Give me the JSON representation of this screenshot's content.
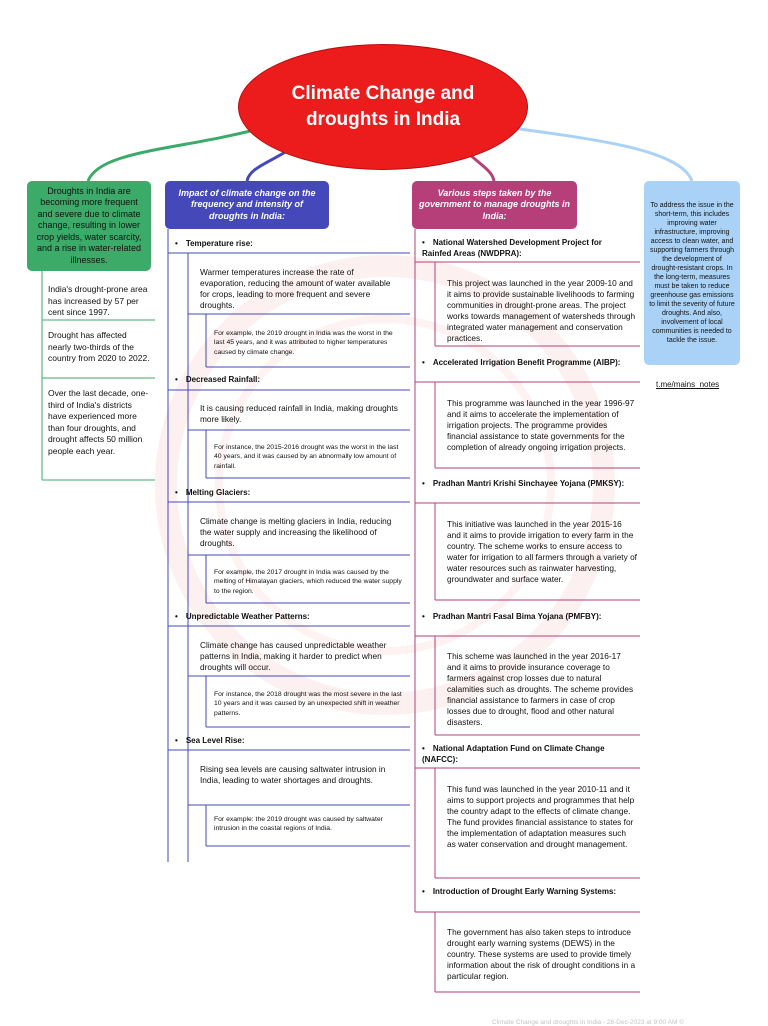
{
  "central_title": "Climate Change and droughts in India",
  "left": {
    "header": "Droughts in India are becoming more frequent and severe due to climate change, resulting in lower crop yields, water scarcity, and a rise in water-related illnesses.",
    "facts": [
      "India's drought-prone area has increased by 57 per cent since 1997.",
      "Drought has affected nearly two-thirds of the country from 2020 to 2022.",
      "Over the last decade, one-third of India's districts have experienced more than four droughts, and drought affects 50 million people each year."
    ]
  },
  "impact": {
    "header": "Impact of climate change on the frequency and intensity of droughts in India:",
    "items": [
      {
        "title": "Temperature rise:",
        "desc": "Warmer temperatures increase the rate of evaporation, reducing the amount of water available for crops, leading to more frequent and severe droughts.",
        "example": "For example, the 2019 drought in India was the worst in the last 45 years, and it was attributed to higher temperatures caused by climate change."
      },
      {
        "title": "Decreased Rainfall:",
        "desc": "It is causing reduced rainfall in India, making droughts more likely.",
        "example": "For instance, the 2015-2016 drought was the worst in the last 40 years, and it was caused by an abnormally low amount of rainfall."
      },
      {
        "title": "Melting Glaciers:",
        "desc": "Climate change is melting glaciers in India, reducing the water supply and increasing the likelihood of droughts.",
        "example": "For example, the 2017 drought in India was caused by the melting of Himalayan glaciers, which reduced the water supply to the region."
      },
      {
        "title": "Unpredictable Weather Patterns:",
        "desc": "Climate change has caused unpredictable weather patterns in India, making it harder to predict when droughts will occur.",
        "example": "For instance, the 2018 drought was the most severe in the last 10 years and it was caused by an unexpected shift in weather patterns."
      },
      {
        "title": "Sea Level Rise:",
        "desc": "Rising sea levels are causing saltwater intrusion in India, leading to water shortages and droughts.",
        "example": "For example: the 2019 drought was caused by saltwater intrusion in the coastal regions of India."
      }
    ]
  },
  "steps": {
    "header": "Various steps taken by the government to manage droughts in India:",
    "items": [
      {
        "title": "National Watershed Development Project for Rainfed Areas (NWDPRA):",
        "desc": "This project was launched in the year 2009-10 and it aims to provide sustainable livelihoods to farming communities in drought-prone areas. The project works towards management of watersheds through integrated water management and conservation practices."
      },
      {
        "title": "Accelerated Irrigation Benefit Programme (AIBP):",
        "desc": "This programme was launched in the year 1996-97 and it aims to accelerate the implementation of irrigation projects. The programme provides financial assistance to state governments for the completion of already ongoing irrigation projects."
      },
      {
        "title": "Pradhan Mantri Krishi Sinchayee Yojana (PMKSY):",
        "desc": "This initiative was launched in the year 2015-16 and it aims to provide irrigation to every farm in the country. The scheme works to ensure access to water for irrigation to all farmers through a variety of water resources such as rainwater harvesting, groundwater and surface water."
      },
      {
        "title": "Pradhan Mantri Fasal Bima Yojana (PMFBY):",
        "desc": "This scheme was launched in the year 2016-17 and it aims to provide insurance coverage to farmers against crop losses due to natural calamities such as droughts. The scheme provides financial assistance to farmers in case of crop losses due to drought, flood and other natural disasters."
      },
      {
        "title": "National Adaptation Fund on Climate Change (NAFCC):",
        "desc": "This fund was launched in the year 2010-11 and it aims to support projects and programmes that help the country adapt to the effects of climate change. The fund provides financial assistance to states for the implementation of adaptation measures such as water conservation and drought management."
      },
      {
        "title": "Introduction of Drought Early Warning Systems:",
        "desc": "The government has also taken steps to introduce drought early warning systems (DEWS) in the country. These systems are used to provide timely information about the risk of drought conditions in a particular region."
      }
    ]
  },
  "right": {
    "text": "To address the issue in the short-term, this includes improving water infrastructure, improving access to clean water, and supporting farmers through the development of drought-resistant crops. In the long-term, measures must be taken to reduce greenhouse gas emissions to limit the severity of future droughts. And also, involvement of local communities is needed to tackle the issue."
  },
  "link_text": "t.me/mains_notes",
  "footer": "Climate Change and droughts in India - 28-Dec-2023 at 9:00 AM ©",
  "colors": {
    "central": "#ec1c1c",
    "green": "#3caa69",
    "blue": "#4448b9",
    "pink": "#b63f79",
    "lightblue": "#a9d2f6"
  }
}
